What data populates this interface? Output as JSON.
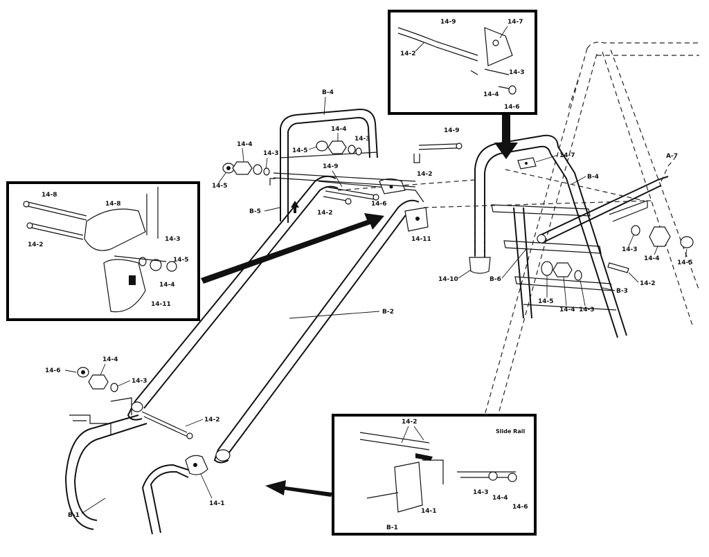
{
  "labels": {
    "b4_top": "B-4",
    "b4_right": "B-4",
    "b5": "B-5",
    "b2": "B-2",
    "b3": "B-3",
    "b6": "B-6",
    "b1_main": "B-1",
    "a7": "A-7",
    "p14_4_a": "14-4",
    "p14_3_a": "14-3",
    "p14_5_a": "14-5",
    "p14_4_b": "14-4",
    "p14_3_b": "14-3",
    "p14_5_b": "14-5",
    "p14_9_a": "14-9",
    "p14_9_b": "14-9",
    "p14_2_a": "14-2",
    "p14_2_b": "14-2",
    "p14_6_a": "14-6",
    "p14_11_a": "14-11",
    "p14_7_main": "14-7",
    "p14_10": "14-10",
    "p14_3_r": "14-3",
    "p14_4_r": "14-4",
    "p14_5_r": "14-5",
    "p14_2_r": "14-2",
    "p14_5_m": "14-5",
    "p14_4_m": "14-4",
    "p14_3_m": "14-3",
    "p14_6_bl": "14-6",
    "p14_4_bl": "14-4",
    "p14_3_bl": "14-3",
    "p14_2_bl": "14-2",
    "p14_1_main": "14-1"
  },
  "inset_top": {
    "l14_9": "14-9",
    "l14_7": "14-7",
    "l14_2": "14-2",
    "l14_3": "14-3",
    "l14_4": "14-4",
    "l14_6": "14-6"
  },
  "inset_left": {
    "l14_8": "14-8",
    "l14_8b": "14-8",
    "l14_2": "14-2",
    "l14_3": "14-3",
    "l14_5": "14-5",
    "l14_4": "14-4",
    "l14_11": "14-11"
  },
  "inset_bottom": {
    "title": "Slide Rail",
    "l14_2": "14-2",
    "l14_1": "14-1",
    "l14_3": "14-3",
    "l14_4": "14-4",
    "l14_6": "14-6",
    "lB1": "B-1"
  }
}
